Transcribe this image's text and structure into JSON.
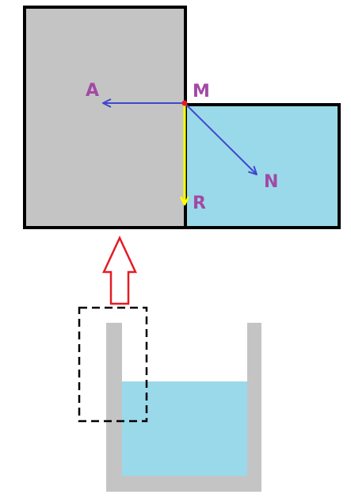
{
  "labels": {
    "A": "A",
    "M": "M",
    "N": "N",
    "R": "R"
  },
  "colors": {
    "wall": "#c4c4c4",
    "liquid": "#9ad9ea",
    "border": "#000000",
    "vector_blue": "#3f48cc",
    "vector_yellow": "#ffff00",
    "point_red": "#e51b24",
    "label_purple": "#a349a4",
    "arrow_red": "#e51b24"
  }
}
